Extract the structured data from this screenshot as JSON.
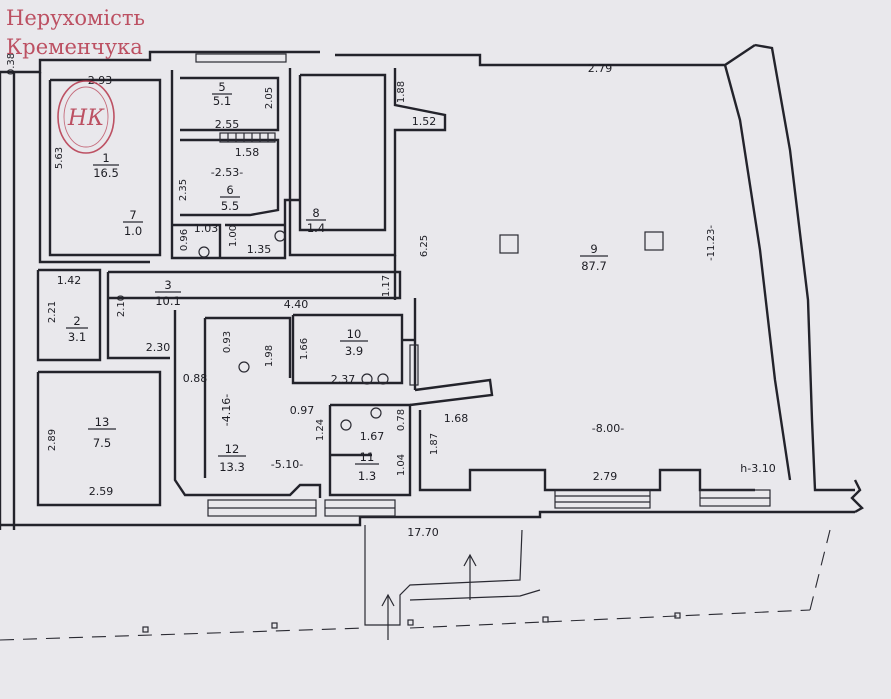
{
  "watermark": {
    "line1": "Нерухомість",
    "line2": "Кременчука",
    "logo_letters": "НК",
    "color": "#b5364b"
  },
  "rooms": [
    {
      "id": "r1",
      "number": "1",
      "area": "16.5"
    },
    {
      "id": "r2",
      "number": "2",
      "area": "3.1"
    },
    {
      "id": "r3",
      "number": "3",
      "area": "10.1"
    },
    {
      "id": "r5",
      "number": "5",
      "area": "5.1"
    },
    {
      "id": "r6",
      "number": "6",
      "area": "5.5"
    },
    {
      "id": "r7",
      "number": "7",
      "area": "1.0"
    },
    {
      "id": "r8",
      "number": "8",
      "area": "1.4"
    },
    {
      "id": "r9",
      "number": "9",
      "area": "87.7"
    },
    {
      "id": "r10",
      "number": "10",
      "area": "3.9"
    },
    {
      "id": "r11",
      "number": "11",
      "area": "1.3"
    },
    {
      "id": "r12",
      "number": "12",
      "area": "13.3"
    },
    {
      "id": "r13",
      "number": "13",
      "area": "7.5"
    }
  ],
  "dimensions": {
    "d_2_93": "2.93",
    "d_0_38": "0.38",
    "d_5_63": "5.63",
    "d_2_55": "2.55",
    "d_2_05": "2.05",
    "d_1_58": "1.58",
    "d_2_53": "-2.53-",
    "d_2_35": "2.35",
    "d_1_03": "1.03",
    "d_0_96": "0.96",
    "d_1_00": "1.00",
    "d_1_35": "1.35",
    "d_1_88": "1.88",
    "d_1_52": "1.52",
    "d_2_79_top": "2.79",
    "d_6_25": "6.25",
    "d_11_23": "-11.23-",
    "d_1_42": "1.42",
    "d_2_21": "2.21",
    "d_2_10": "2.10",
    "d_4_40": "4.40",
    "d_1_17": "1.17",
    "d_2_30": "2.30",
    "d_0_93": "0.93",
    "d_1_66": "1.66",
    "d_1_98": "1.98",
    "d_2_37": "2.37",
    "d_0_88": "0.88",
    "d_4_16": "-4.16-",
    "d_0_97": "0.97",
    "d_1_24": "1.24",
    "d_1_67": "1.67",
    "d_0_78": "0.78",
    "d_1_68": "1.68",
    "d_1_87": "1.87",
    "d_8_00": "-8.00-",
    "d_2_89": "2.89",
    "d_5_10": "-5.10-",
    "d_1_04": "1.04",
    "d_2_59": "2.59",
    "d_2_79_bot": "2.79",
    "d_h_3_10": "h-3.10",
    "d_17_70": "17.70"
  }
}
